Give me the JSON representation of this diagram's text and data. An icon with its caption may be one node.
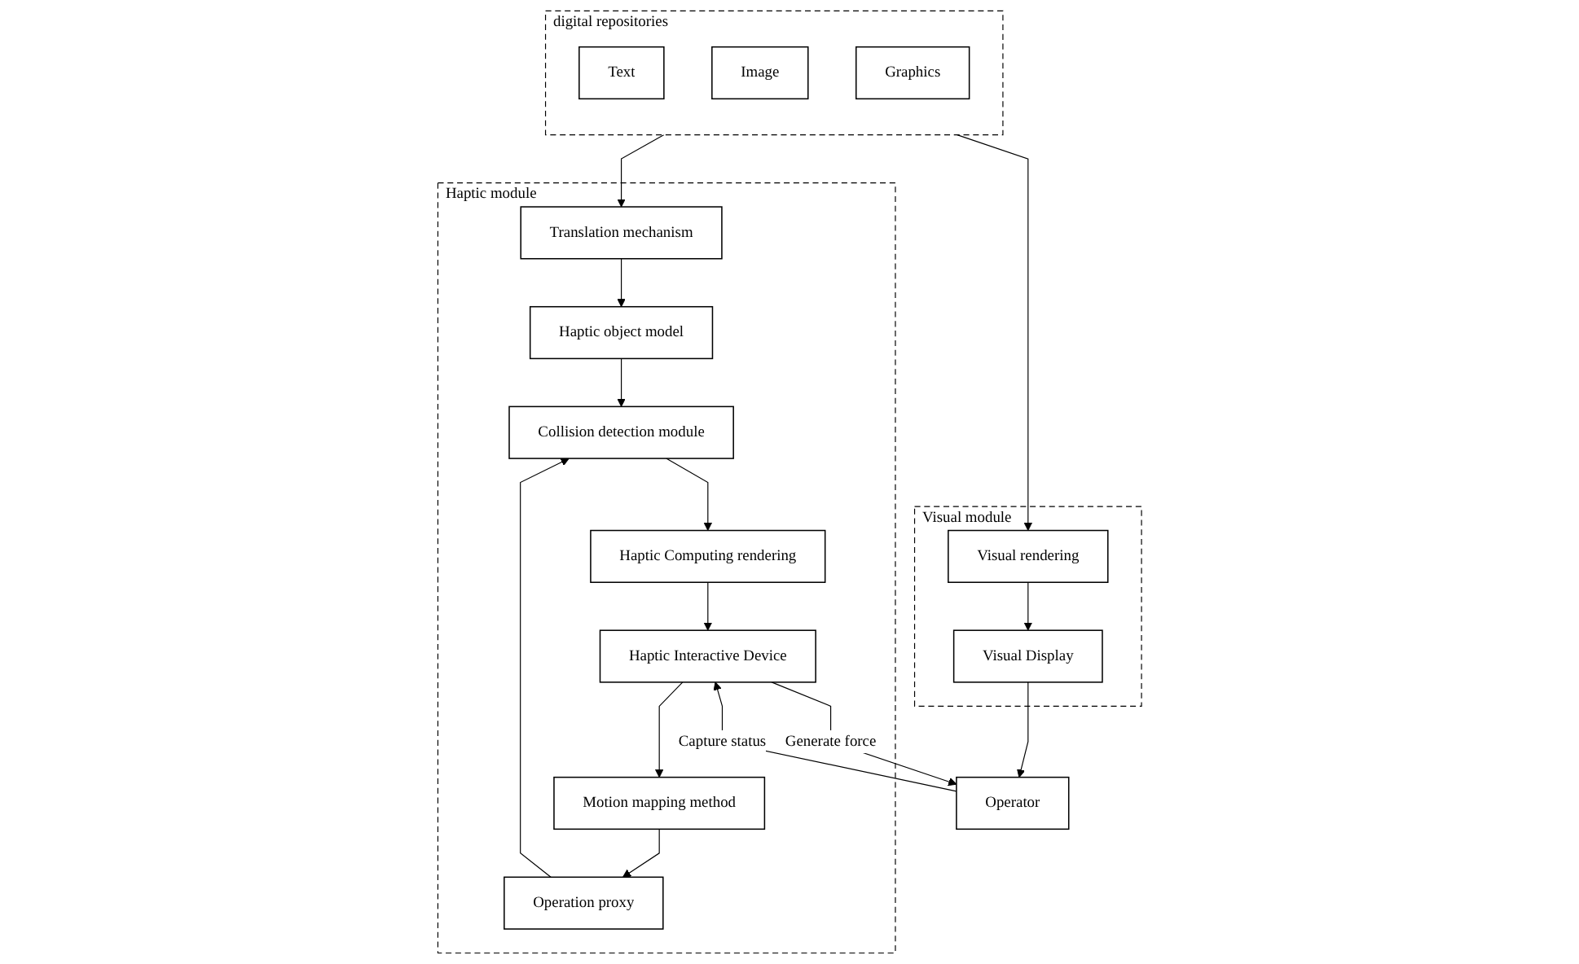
{
  "diagram": {
    "nodes": [
      {
        "text": [
          "digital repositories"
        ]
      },
      {
        "text": [
          "Text"
        ],
        "in": 0
      },
      {
        "text": [
          "Image"
        ],
        "in": 0
      },
      {
        "text": [
          "Graphics"
        ],
        "in": 0
      },
      {
        "text": [
          "Haptic module"
        ]
      },
      {
        "text": [
          "Translation mechanism"
        ],
        "in": 4
      },
      {
        "text": [
          "Haptic object model"
        ],
        "in": 4
      },
      {
        "text": [
          "Operation proxy"
        ],
        "in": 4
      },
      {
        "text": [
          "Collision detection module"
        ],
        "in": 4
      },
      {
        "text": [
          "Motion mapping method"
        ],
        "in": 4
      },
      {
        "text": [
          "Haptic Computing rendering"
        ],
        "in": 4
      },
      {
        "text": [
          "Haptic Interactive Device"
        ],
        "in": 4
      },
      {
        "text": [
          "Visual module"
        ]
      },
      {
        "text": [
          "Visual rendering"
        ],
        "in": 12
      },
      {
        "text": [
          "Visual Display"
        ],
        "in": 12
      },
      {
        "text": [
          "Operator"
        ]
      }
    ],
    "edges": [
      {
        "from": 0,
        "to": 5,
        "arrow": "to"
      },
      {
        "from": 0,
        "to": 13,
        "arrow": "to"
      },
      {
        "from": 5,
        "to": 6,
        "arrow": "to"
      },
      {
        "from": 6,
        "to": 8,
        "arrow": "to"
      },
      {
        "from": 7,
        "to": 8,
        "arrow": "to"
      },
      {
        "from": 9,
        "to": 7,
        "arrow": "to"
      },
      {
        "from": 8,
        "to": 10,
        "arrow": "to"
      },
      {
        "from": 10,
        "to": 11,
        "arrow": "to"
      },
      {
        "from": 11,
        "to": 9,
        "arrow": "to"
      },
      {
        "from": 15,
        "to": 11,
        "arrow": "to",
        "label": "Capture status"
      },
      {
        "from": 11,
        "to": 15,
        "arrow": "to",
        "label": "Generate force"
      },
      {
        "from": 13,
        "to": 14,
        "arrow": "to"
      },
      {
        "from": 14,
        "to": 15,
        "arrow": "to"
      }
    ]
  }
}
